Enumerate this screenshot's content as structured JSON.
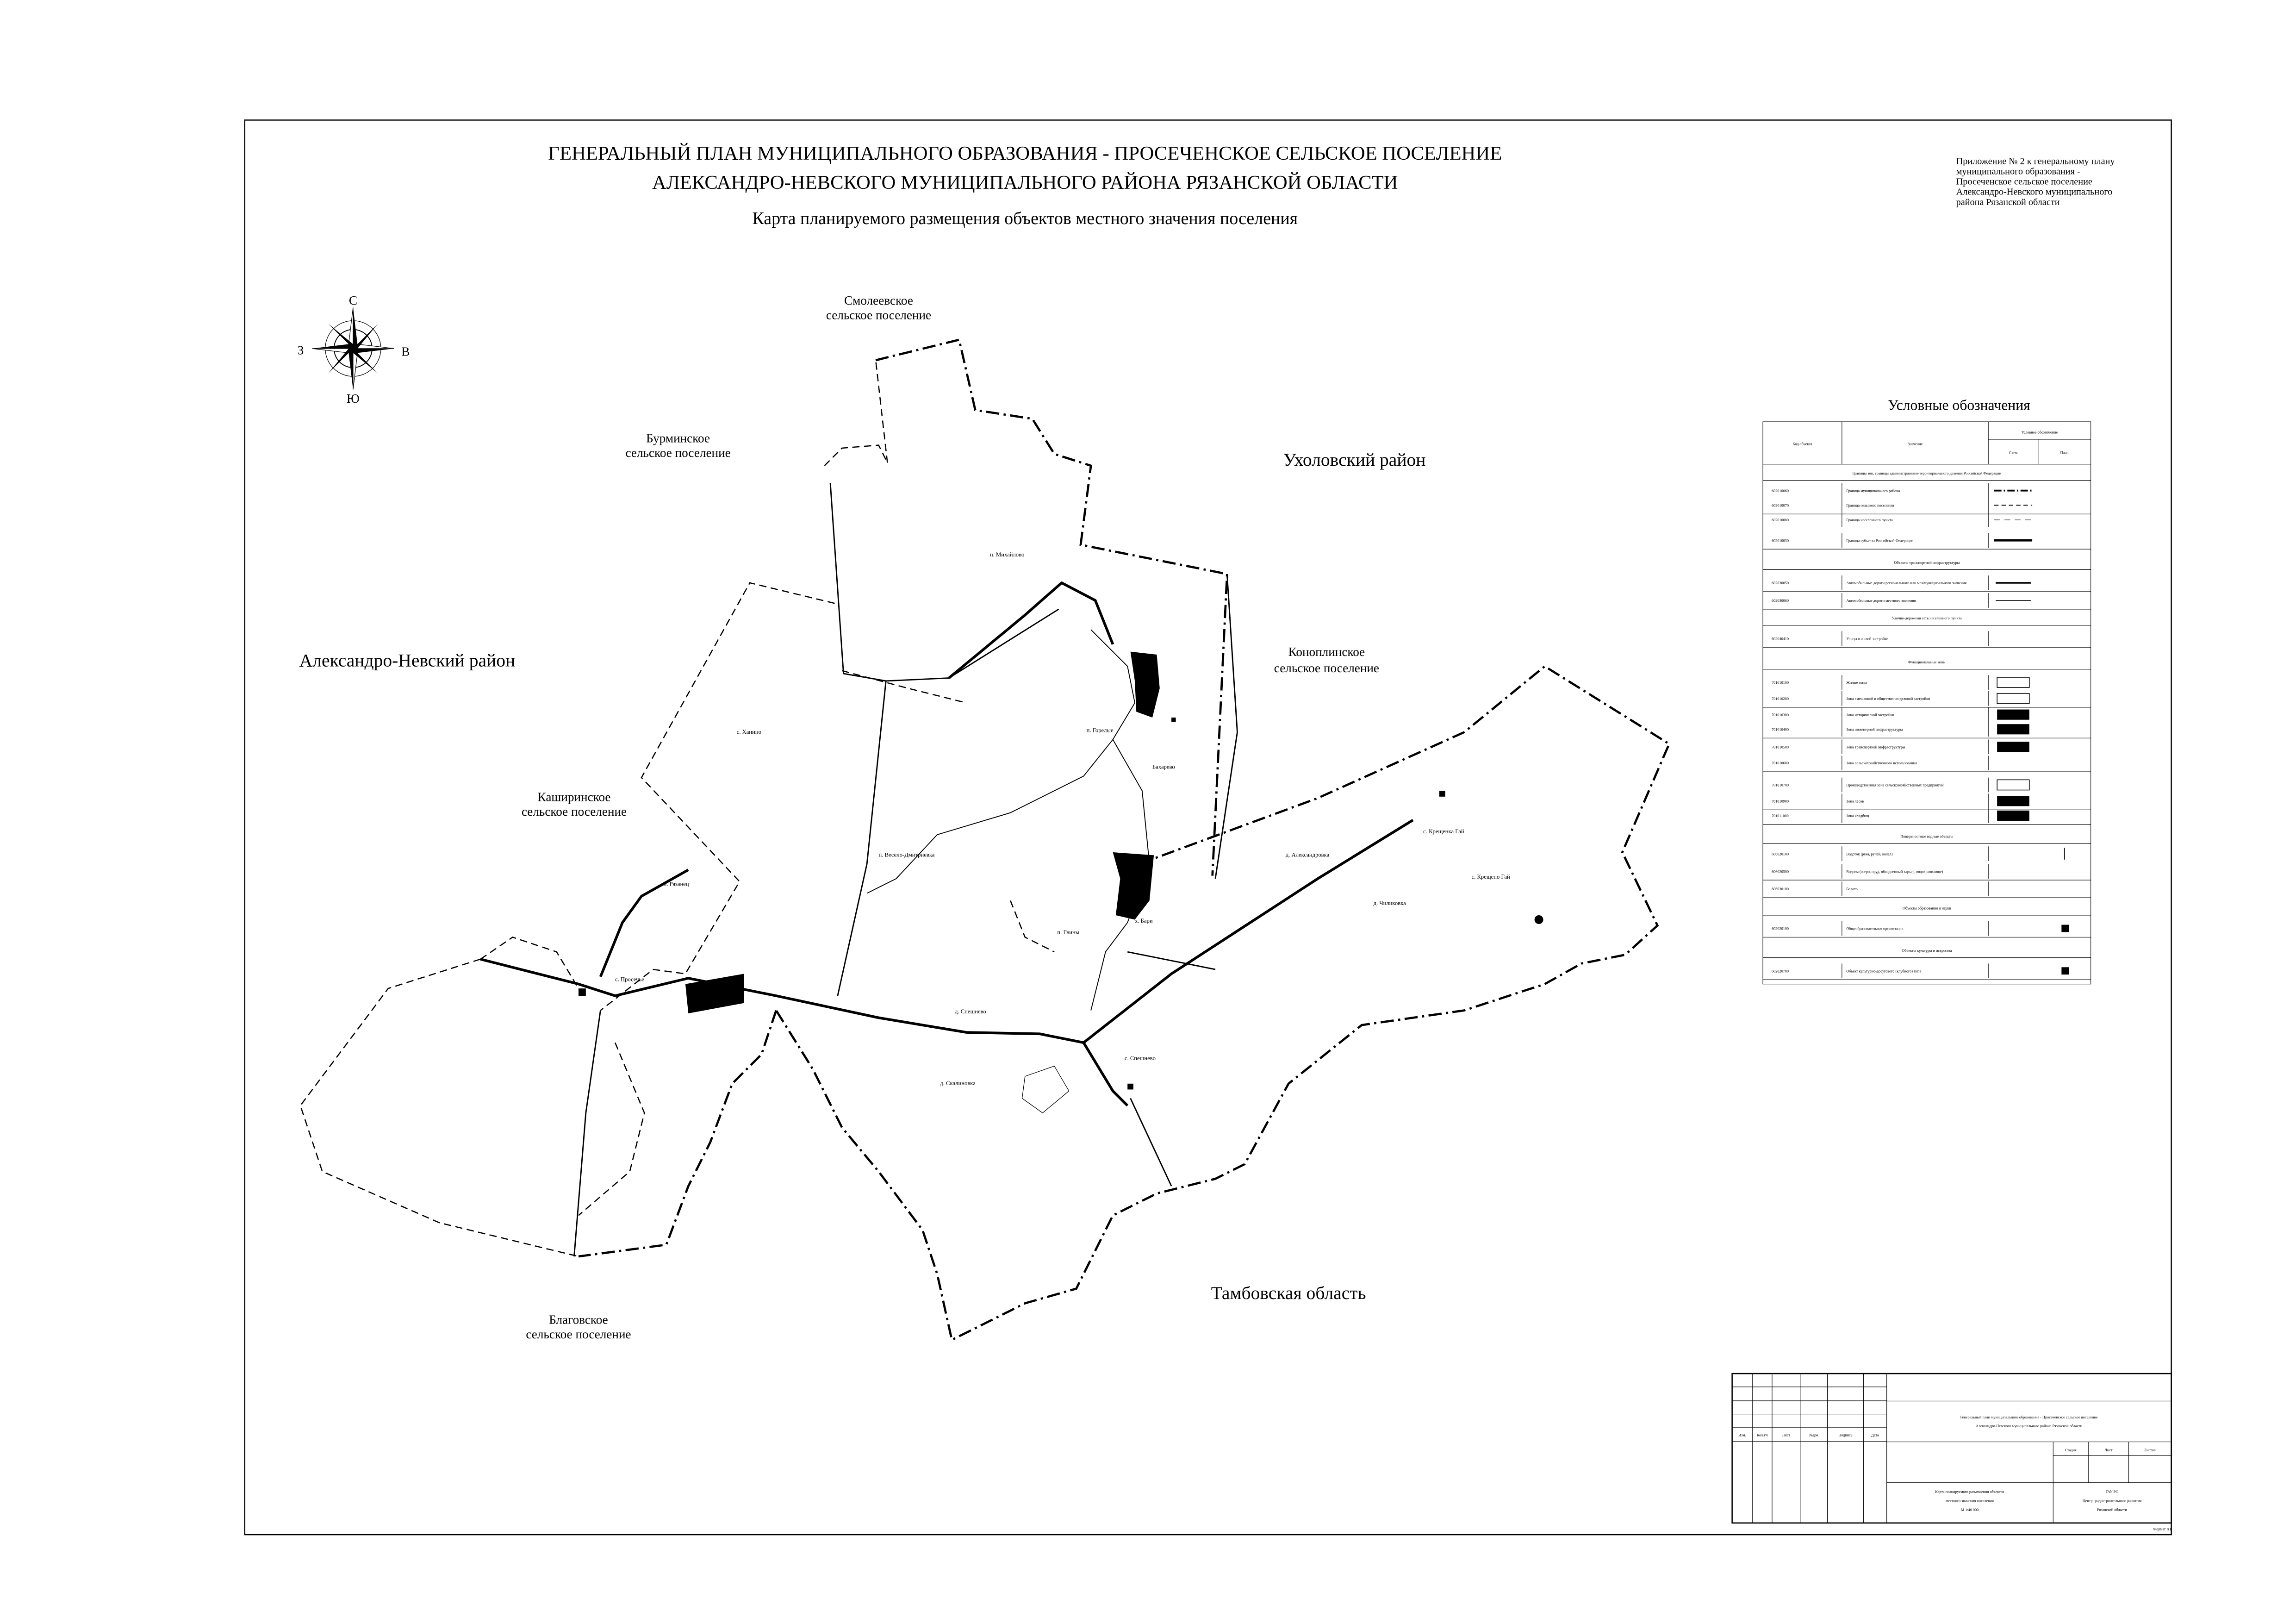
{
  "header": {
    "title_line1": "ГЕНЕРАЛЬНЫЙ ПЛАН МУНИЦИПАЛЬНОГО ОБРАЗОВАНИЯ - ПРОСЕЧЕНСКОЕ СЕЛЬСКОЕ ПОСЕЛЕНИЕ",
    "title_line2": "АЛЕКСАНДРО-НЕВСКОГО МУНИЦИПАЛЬНОГО РАЙОНА РЯЗАНСКОЙ ОБЛАСТИ",
    "subtitle": "Карта планируемого размещения объектов местного значения поселения"
  },
  "appendix_note": [
    "Приложение № 2 к генеральному плану",
    "муниципального образования -",
    "Просеченское сельское поселение",
    "Александро-Невского муниципального",
    "района Рязанской области"
  ],
  "compass": {
    "north": "С",
    "east": "В",
    "south": "Ю",
    "west": "З"
  },
  "regions": {
    "smoleevskoe": [
      "Смолеевское",
      "сельское поселение"
    ],
    "burminskoe": [
      "Бурминское",
      "сельское поселение"
    ],
    "ukholovsky": "Ухоловский район",
    "konoplinskoe": [
      "Коноплинское",
      "сельское поселение"
    ],
    "alexandro_nevsky": "Александро-Невский район",
    "kashirinskoe": [
      "Каширинское",
      "сельское поселение"
    ],
    "blagovskoe": [
      "Благовское",
      "сельское поселение"
    ],
    "tambov": "Тамбовская область"
  },
  "villages": {
    "mikhailovo": "п. Михайлово",
    "gorelye": "п. Горелые",
    "bakharevo": "Бахарево",
    "khanino": "с. Ханино",
    "ryazanets": "п. Рязанец",
    "veselo_dmitrievka": "п. Весело-Дмитриевка",
    "bari": "х. Бари",
    "gviny": "п. Гвины",
    "prosechye": "с. Просечье",
    "d_speshnevo": "д. Спешнево",
    "s_speshnevo": "с. Спешнево",
    "skalinovka": "д. Скалиновка",
    "alexandrovka": "д. Александровка",
    "kreshchenka_gai": "с. Крещенка Гай",
    "kreshcheno_gai": "с. Крещено Гай",
    "chilikovka": "д. Чиликовка"
  },
  "legend": {
    "title": "Условные обозначения",
    "col_code": "Код объекта",
    "col_name": "Значение",
    "col_symbol": "Условное обозначение",
    "col_scheme": "Схем",
    "col_plan": "План",
    "rows": [
      {
        "type": "section",
        "text": "Границы зон, границы административно-территориального деления Российской Федерации"
      },
      {
        "type": "item",
        "code": "602010060",
        "text": "Граница муниципального района",
        "symbol": "dashdot-thick"
      },
      {
        "type": "item",
        "code": "602010070",
        "text": "Граница сельского поселения",
        "symbol": "dash"
      },
      {
        "type": "item",
        "code": "602010080",
        "text": "Граница населенного пункта",
        "symbol": "dash-thin"
      },
      {
        "type": "item",
        "code": "602010030",
        "text": "Граница субъекта Российской Федерации",
        "symbol": "thick"
      },
      {
        "type": "section",
        "text": "Объекты транспортной инфраструктуры"
      },
      {
        "type": "item",
        "code": "602030050",
        "text": "Автомобильные дороги регионального или межмуниципального значения",
        "symbol": "road-thick"
      },
      {
        "type": "item",
        "code": "602030060",
        "text": "Автомобильные дороги местного значения",
        "symbol": "road-thin"
      },
      {
        "type": "section",
        "text": "Улично-дорожная сеть населенного пункта"
      },
      {
        "type": "item",
        "code": "602040410",
        "text": "Улицы в жилой застройке",
        "symbol": "none"
      },
      {
        "type": "section",
        "text": "Функциональные зоны"
      },
      {
        "type": "item",
        "code": "701010100",
        "text": "Жилые зоны",
        "symbol": "fill-white"
      },
      {
        "type": "item",
        "code": "701010200",
        "text": "Зона смешанной и общественно-деловой застройки",
        "symbol": "fill-white"
      },
      {
        "type": "item",
        "code": "701010300",
        "text": "Зона исторической застройки",
        "symbol": "fill-black"
      },
      {
        "type": "item",
        "code": "701010400",
        "text": "Зона инженерной инфраструктуры",
        "symbol": "fill-black"
      },
      {
        "type": "item",
        "code": "701010500",
        "text": "Зона транспортной инфраструктуры",
        "symbol": "fill-black"
      },
      {
        "type": "item",
        "code": "701010600",
        "text": "Зона сельскохозяйственного использования",
        "symbol": "none"
      },
      {
        "type": "item",
        "code": "701010700",
        "text": "Производственная зона сельскохозяйственных предприятий",
        "symbol": "fill-white"
      },
      {
        "type": "item",
        "code": "701010900",
        "text": "Зона лесов",
        "symbol": "fill-black"
      },
      {
        "type": "item",
        "code": "701011000",
        "text": "Зона кладбищ",
        "symbol": "fill-black"
      },
      {
        "type": "section",
        "text": "Поверхностные водные объекты"
      },
      {
        "type": "item",
        "code": "606020100",
        "text": "Водоток (река, ручей, канал)",
        "symbol": "vline"
      },
      {
        "type": "item",
        "code": "606020500",
        "text": "Водоем (озеро, пруд, обводненный карьер, водохранилище)",
        "symbol": "none"
      },
      {
        "type": "item",
        "code": "606030100",
        "text": "Болото",
        "symbol": "none"
      },
      {
        "type": "section",
        "text": "Объекты образования и науки"
      },
      {
        "type": "item",
        "code": "602020100",
        "text": "Общеобразовательная организация",
        "symbol": "square"
      },
      {
        "type": "section",
        "text": "Объекты культуры и искусства"
      },
      {
        "type": "item",
        "code": "602020700",
        "text": "Объект культурно-досугового (клубного) типа",
        "symbol": "square"
      }
    ]
  },
  "title_block": {
    "cols": [
      "Изм.",
      "Кол.уч",
      "Лист",
      "№док",
      "Подпись",
      "Дата"
    ],
    "project_line1": "Генеральный план муниципального образования - Просеченское сельское поселение",
    "project_line2": "Александро-Невского муниципального района Рязанской области",
    "stage": "Стадия",
    "sheet": "Лист",
    "sheets": "Листов",
    "drawing_line1": "Карта планируемого размещения объектов",
    "drawing_line2": "местного значения поселения",
    "drawing_scale": "М 1:40 000",
    "org_line1": "ГАУ РО",
    "org_line2": "Центр градостроительного развития",
    "org_line3": "Рязанской области",
    "format": "Формат А1"
  }
}
